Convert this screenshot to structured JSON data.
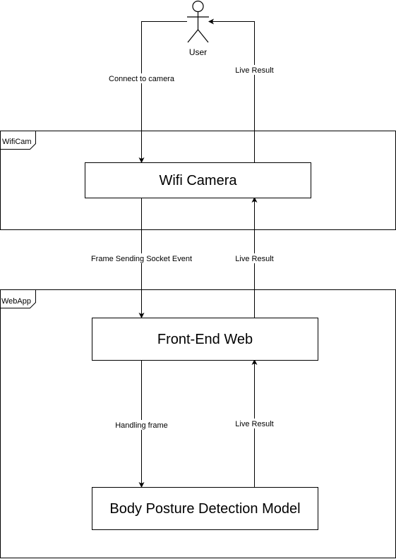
{
  "actor": {
    "label": "User"
  },
  "frames": {
    "wificam": {
      "label": "WifiCam"
    },
    "webapp": {
      "label": "WebApp"
    }
  },
  "boxes": {
    "wifi_camera": {
      "label": "Wifi Camera"
    },
    "front_end": {
      "label": "Front-End Web"
    },
    "model": {
      "label": "Body Posture Detection Model"
    }
  },
  "edges": {
    "connect": {
      "label": "Connect to camera"
    },
    "live_to_user": {
      "label": "Live Result"
    },
    "frame_sending": {
      "label": "Frame Sending Socket Event"
    },
    "live_to_camera": {
      "label": "Live Result"
    },
    "handling": {
      "label": "Handling frame"
    },
    "live_to_frontend": {
      "label": "Live Result"
    }
  }
}
